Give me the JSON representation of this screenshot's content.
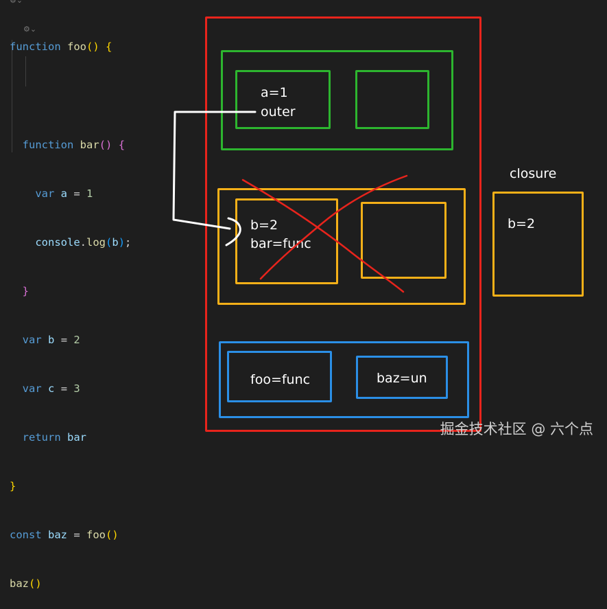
{
  "code": {
    "lines": [
      [
        {
          "t": "function",
          "c": "kw"
        },
        {
          "t": " "
        },
        {
          "t": "foo",
          "c": "fn"
        },
        {
          "t": "()",
          "c": "br1"
        },
        {
          "t": " "
        },
        {
          "t": "{",
          "c": "br1"
        }
      ],
      [
        {
          "t": "  "
        },
        {
          "t": "function",
          "c": "kw"
        },
        {
          "t": " "
        },
        {
          "t": "bar",
          "c": "fn"
        },
        {
          "t": "()",
          "c": "br2"
        },
        {
          "t": " "
        },
        {
          "t": "{",
          "c": "br2"
        }
      ],
      [
        {
          "t": "    "
        },
        {
          "t": "var",
          "c": "kw"
        },
        {
          "t": " "
        },
        {
          "t": "a",
          "c": "var"
        },
        {
          "t": " = "
        },
        {
          "t": "1",
          "c": "num"
        }
      ],
      [
        {
          "t": "    "
        },
        {
          "t": "console",
          "c": "var"
        },
        {
          "t": "."
        },
        {
          "t": "log",
          "c": "fn"
        },
        {
          "t": "(",
          "c": "br3"
        },
        {
          "t": "b",
          "c": "var"
        },
        {
          "t": ")",
          "c": "br3"
        },
        {
          "t": ";"
        }
      ],
      [
        {
          "t": "  "
        },
        {
          "t": "}",
          "c": "br2"
        }
      ],
      [
        {
          "t": "  "
        },
        {
          "t": "var",
          "c": "kw"
        },
        {
          "t": " "
        },
        {
          "t": "b",
          "c": "var"
        },
        {
          "t": " = "
        },
        {
          "t": "2",
          "c": "num"
        }
      ],
      [
        {
          "t": "  "
        },
        {
          "t": "var",
          "c": "kw"
        },
        {
          "t": " "
        },
        {
          "t": "c",
          "c": "var"
        },
        {
          "t": " = "
        },
        {
          "t": "3",
          "c": "num"
        }
      ],
      [
        {
          "t": "  "
        },
        {
          "t": "return",
          "c": "kw"
        },
        {
          "t": " "
        },
        {
          "t": "bar",
          "c": "var"
        }
      ],
      [
        {
          "t": "}",
          "c": "br1"
        }
      ],
      [
        {
          "t": "const",
          "c": "kw"
        },
        {
          "t": " "
        },
        {
          "t": "baz",
          "c": "var"
        },
        {
          "t": " = "
        },
        {
          "t": "foo",
          "c": "fn"
        },
        {
          "t": "()",
          "c": "br1"
        }
      ],
      [
        {
          "t": "baz",
          "c": "fn"
        },
        {
          "t": "()",
          "c": "br1"
        }
      ]
    ]
  },
  "diagram": {
    "bar_scope": {
      "line1": "a=1",
      "line2": "outer"
    },
    "foo_scope": {
      "line1": "b=2",
      "line2": "bar=func"
    },
    "global_scope": {
      "foo": "foo=func",
      "baz": "baz=un"
    },
    "closure": {
      "title": "closure",
      "value": "b=2"
    }
  },
  "colors": {
    "red": "#e8241c",
    "green": "#2db52f",
    "yellow": "#f5b018",
    "blue": "#2b8fe6",
    "white": "#ffffff"
  },
  "watermark": "掘金技术社区 @ 六个点"
}
